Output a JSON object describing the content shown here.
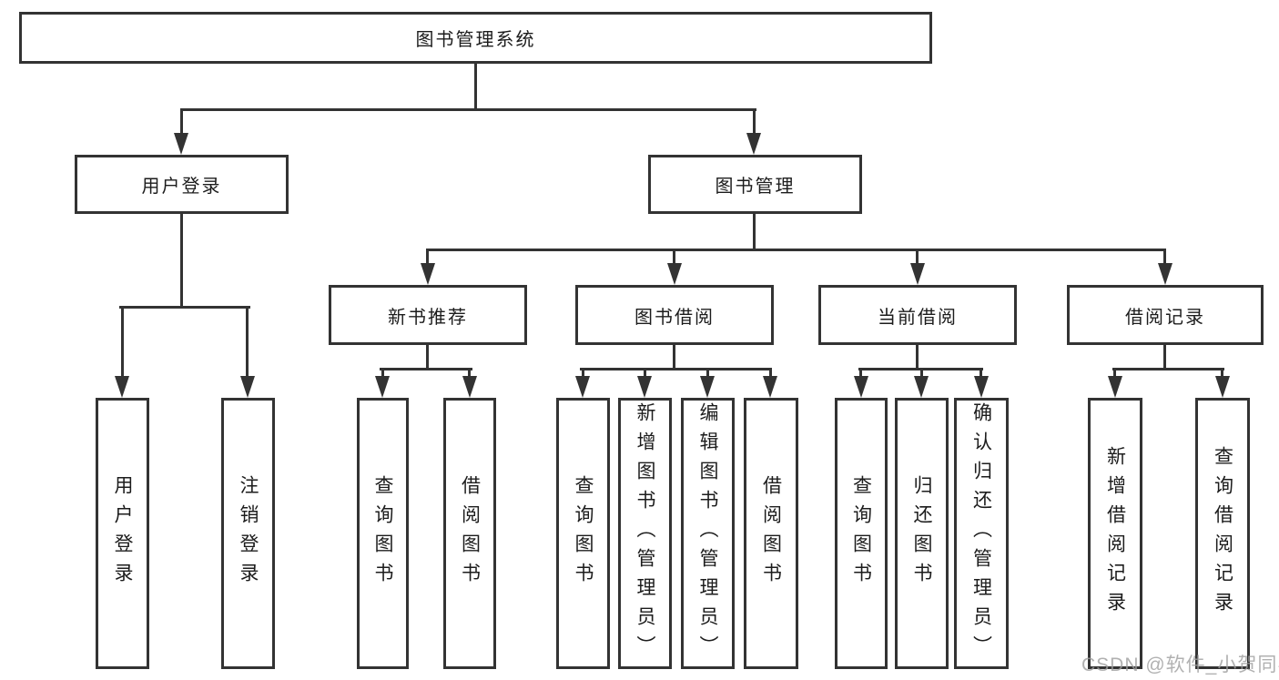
{
  "diagram": {
    "type": "functional-structure-tree",
    "colors": {
      "line": "#333333",
      "box_border": "#333333",
      "box_fill": "#ffffff",
      "text": "#1c1c1c",
      "watermark": "#9e9e9e",
      "background": "#ffffff"
    },
    "tree": {
      "label": "图书管理系统",
      "children": [
        {
          "label": "用户登录",
          "children": [
            {
              "label": "用户登录"
            },
            {
              "label": "注销登录"
            }
          ]
        },
        {
          "label": "图书管理",
          "children": [
            {
              "label": "新书推荐",
              "children": [
                {
                  "label": "查询图书"
                },
                {
                  "label": "借阅图书"
                }
              ]
            },
            {
              "label": "图书借阅",
              "children": [
                {
                  "label": "查询图书"
                },
                {
                  "label": "新增图书（管理员）"
                },
                {
                  "label": "编辑图书（管理员）"
                },
                {
                  "label": "借阅图书"
                }
              ]
            },
            {
              "label": "当前借阅",
              "children": [
                {
                  "label": "查询图书"
                },
                {
                  "label": "归还图书"
                },
                {
                  "label": "确认归还（管理员）"
                }
              ]
            },
            {
              "label": "借阅记录",
              "children": [
                {
                  "label": "新增借阅记录"
                },
                {
                  "label": "查询借阅记录"
                }
              ]
            }
          ]
        }
      ]
    },
    "watermark": "CSDN @软件_小贺同学"
  }
}
